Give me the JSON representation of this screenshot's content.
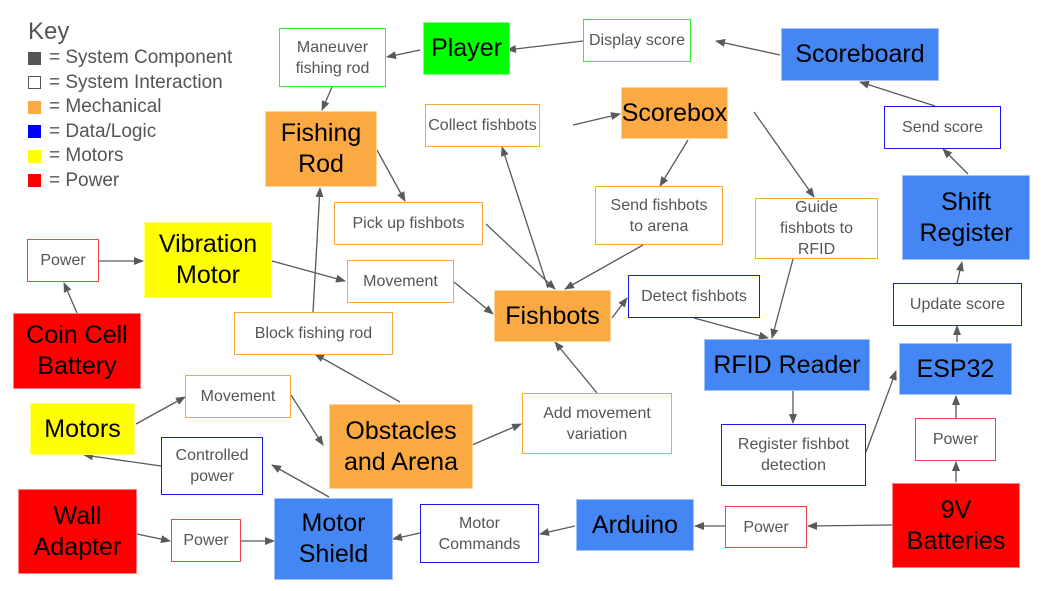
{
  "key": {
    "title": "Key",
    "items": [
      {
        "label": "= System Component",
        "color": "#555555",
        "style": "filled"
      },
      {
        "label": "= System Interaction",
        "color": "#555555",
        "style": "outline"
      },
      {
        "label": "= Mechanical",
        "color": "#fbaa43",
        "style": "filled"
      },
      {
        "label": "= Data/Logic",
        "color": "#0000ff",
        "style": "filled"
      },
      {
        "label": "= Motors",
        "color": "#ffff00",
        "style": "filled"
      },
      {
        "label": "= Power",
        "color": "#ff0000",
        "style": "filled"
      }
    ]
  },
  "components": {
    "player": "Player",
    "scoreboard": "Scoreboard",
    "fishing_rod": "Fishing Rod",
    "scorebox": "Scorebox",
    "shift_register": "Shift Register",
    "vibration_motor": "Vibration Motor",
    "coin_cell_battery": "Coin Cell Battery",
    "fishbots": "Fishbots",
    "rfid_reader": "RFID Reader",
    "esp32": "ESP32",
    "motors": "Motors",
    "obstacles_arena": "Obstacles and Arena",
    "wall_adapter": "Wall Adapter",
    "motor_shield": "Motor Shield",
    "arduino": "Arduino",
    "batteries_9v": "9V Batteries"
  },
  "interactions": {
    "maneuver_rod": "Maneuver fishing rod",
    "display_score": "Display score",
    "collect_fishbots": "Collect fishbots",
    "send_score": "Send score",
    "pick_up_fishbots": "Pick up fishbots",
    "send_to_arena": "Send fishbots to arena",
    "guide_to_rfid": "Guide fishbots to RFID",
    "power_coin": "Power",
    "movement_vibration": "Movement",
    "detect_fishbots": "Detect fishbots",
    "update_score": "Update score",
    "block_rod": "Block fishing rod",
    "movement_motors": "Movement",
    "add_variation": "Add movement variation",
    "register_detection": "Register fishbot detection",
    "controlled_power": "Controlled power",
    "power_9v_esp": "Power",
    "power_wall": "Power",
    "motor_commands": "Motor Commands",
    "power_9v_arduino": "Power"
  }
}
